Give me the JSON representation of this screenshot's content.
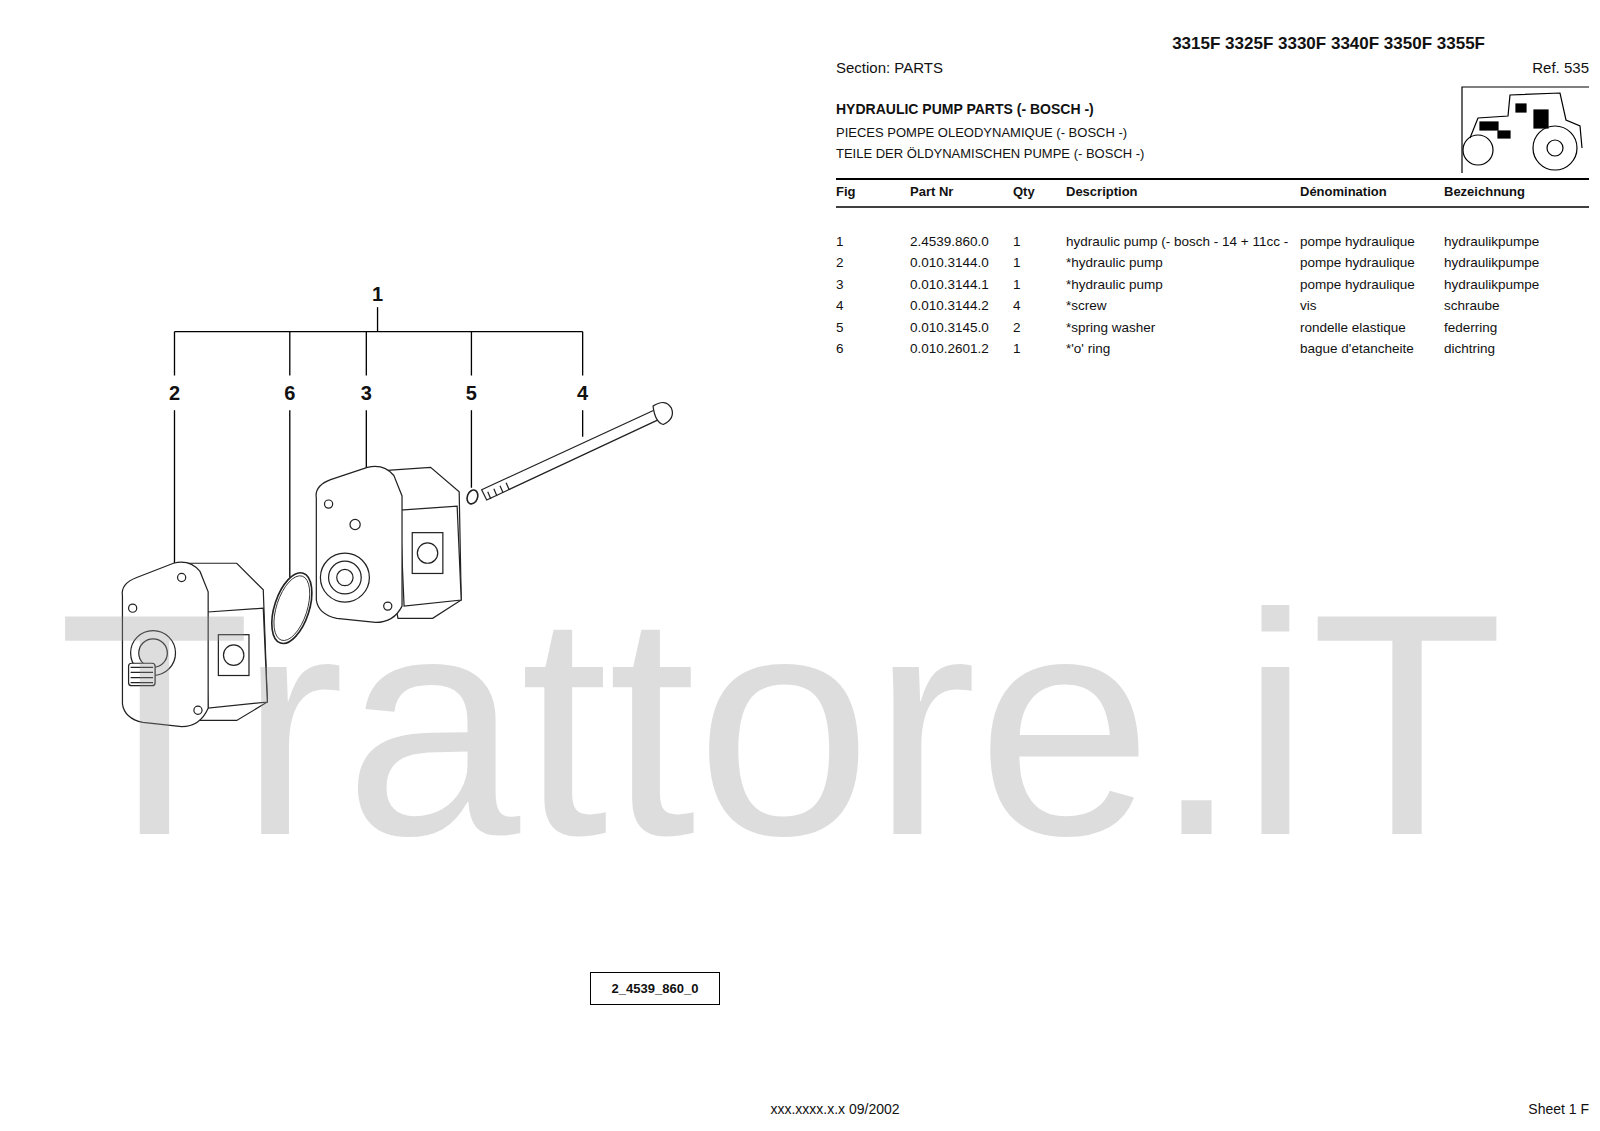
{
  "diagram": {
    "title": "HYDRAULIC PUMP PARTS (- BOSCH -)",
    "nodes": [
      {
        "text": [
          "2_4539_860_0"
        ]
      }
    ],
    "labels": [
      "3315F 3325F 3330F 3340F 3350F 3355F",
      "Section: PARTS",
      "Ref. 535",
      "PIECES POMPE OLEODYNAMIQUE (- BOSCH -)",
      "TEILE DER ÖLDYNAMISCHEN PUMPE (- BOSCH -)",
      "Fig",
      "Part Nr",
      "Qty",
      "Description",
      "Dénomination",
      "Bezeichnung",
      "1",
      "2.4539.860.0",
      "1",
      "hydraulic pump (- bosch - 14 + 11cc -",
      "pompe hydraulique",
      "hydraulikpumpe",
      "2",
      "0.010.3144.0",
      "1",
      "*hydraulic pump",
      "pompe hydraulique",
      "hydraulikpumpe",
      "3",
      "0.010.3144.1",
      "1",
      "*hydraulic pump",
      "pompe hydraulique",
      "hydraulikpumpe",
      "4",
      "0.010.3144.2",
      "4",
      "*screw",
      "vis",
      "schraube",
      "5",
      "0.010.3145.0",
      "2",
      "*spring washer",
      "rondelle elastique",
      "federring",
      "6",
      "0.010.2601.2",
      "1",
      "*'o' ring",
      "bague d'etancheite",
      "dichtring",
      "1",
      "2",
      "6",
      "3",
      "5",
      "4",
      "Trattore.iT",
      "xxx.xxxx.x.x 09/2002",
      "Sheet 1 F"
    ]
  }
}
